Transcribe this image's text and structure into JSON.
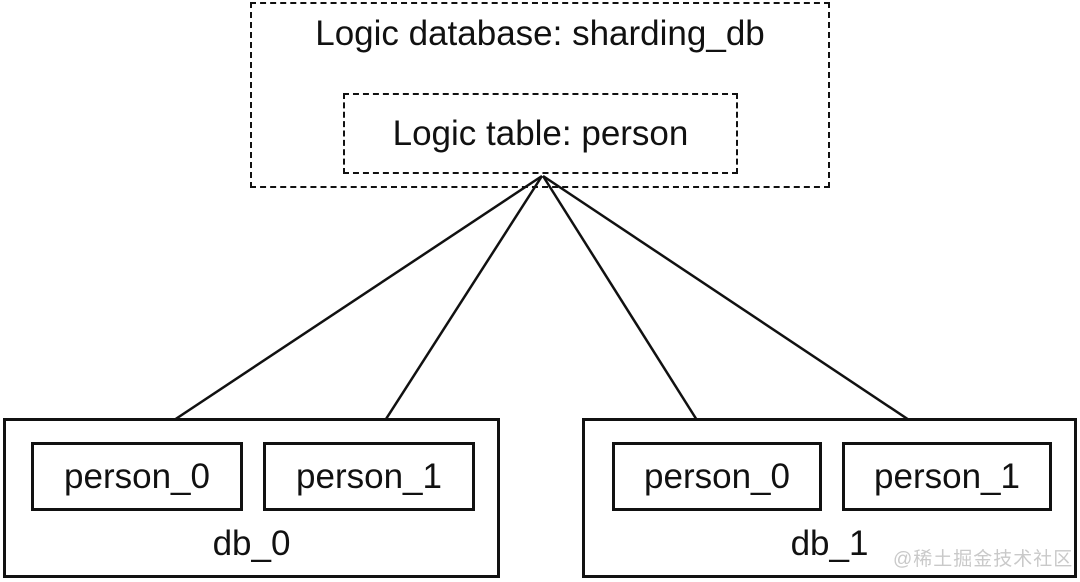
{
  "diagram": {
    "logic_database_label": "Logic database: sharding_db",
    "logic_table_label": "Logic table: person",
    "databases": [
      {
        "label": "db_0",
        "tables": [
          "person_0",
          "person_1"
        ]
      },
      {
        "label": "db_1",
        "tables": [
          "person_0",
          "person_1"
        ]
      }
    ],
    "colors": {
      "stroke": "#111111",
      "text": "#111111",
      "background": "#ffffff",
      "watermark": "#c9c9c9"
    }
  },
  "watermark": "@稀土掘金技术社区"
}
